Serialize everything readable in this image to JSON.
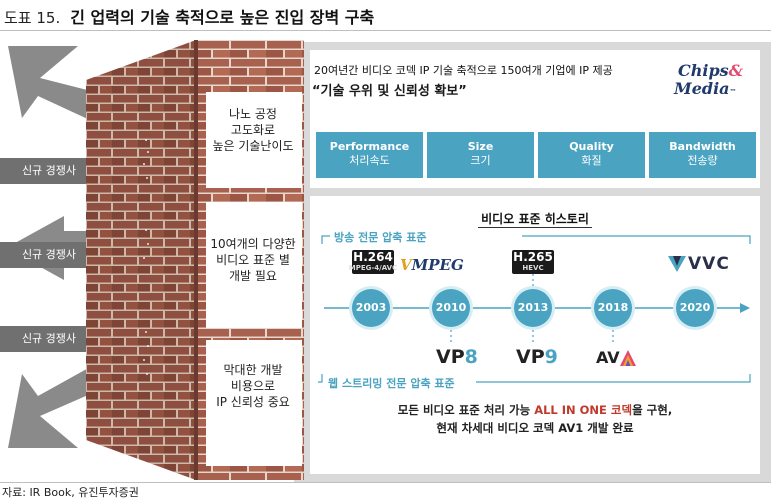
{
  "header": {
    "figure_number": "도표 15.",
    "title": "긴 업력의 기술 축적으로 높은 진입 장벽 구축"
  },
  "left": {
    "arrow_labels": [
      "신규 경쟁사",
      "신규 경쟁사",
      "신규 경쟁사"
    ],
    "wall_texts": [
      [
        "나노 공정",
        "고도화로",
        "높은 기술난이도"
      ],
      [
        "10여개의 다양한",
        "비디오 표준 별",
        "개발 필요"
      ],
      [
        "막대한 개발",
        "비용으로",
        "IP 신뢰성 중요"
      ]
    ]
  },
  "top_panel": {
    "description": "20여년간 비디오 코덱 IP 기술 축적으로 150여개 기업에 IP 제공",
    "emphasis": "“기술 우위 및 신뢰성 확보”",
    "logo": {
      "line1": "Chips",
      "amp": "&",
      "line2": "Media",
      "tm": "™"
    },
    "metrics": [
      {
        "en": "Performance",
        "ko": "처리속도"
      },
      {
        "en": "Size",
        "ko": "크기"
      },
      {
        "en": "Quality",
        "ko": "화질"
      },
      {
        "en": "Bandwidth",
        "ko": "전송량"
      }
    ]
  },
  "history": {
    "title": "비디오 표준 히스토리",
    "broadcast_label": "방송 전문 압축 표준",
    "web_label": "웹 스트리밍 전문 압축 표준",
    "years": [
      "2003",
      "2010",
      "2013",
      "2018",
      "2020"
    ],
    "broadcast_codecs": {
      "h264_main": "H.264",
      "h264_sub": "MPEG-4/AVC",
      "mpeg_prefix": "V",
      "mpeg_mid": "MPEG",
      "h265_main": "H.265",
      "h265_sub": "HEVC",
      "vvc": "VVC"
    },
    "web_codecs": {
      "vp8_prefix": "VP",
      "vp8_num": "8",
      "vp9_prefix": "VP",
      "vp9_num": "9",
      "av1": "AV"
    },
    "conclusion_pre": "모든 비디오 표준 처리 가능 ",
    "conclusion_red": "ALL IN ONE 코덱",
    "conclusion_post": "을 구현,",
    "conclusion_line2": "현재 차세대 비디오 코덱 AV1 개발 완료"
  },
  "source": "자료: IR Book, 유진투자증권",
  "colors": {
    "accent": "#4aa3c1",
    "arrow_gray": "#8a8a8a",
    "label_box": "#707070",
    "brick": "#a8614e",
    "mortar": "#e6d6cc",
    "panel_bg": "#d9d9d9",
    "highlight_red": "#c0392b"
  }
}
